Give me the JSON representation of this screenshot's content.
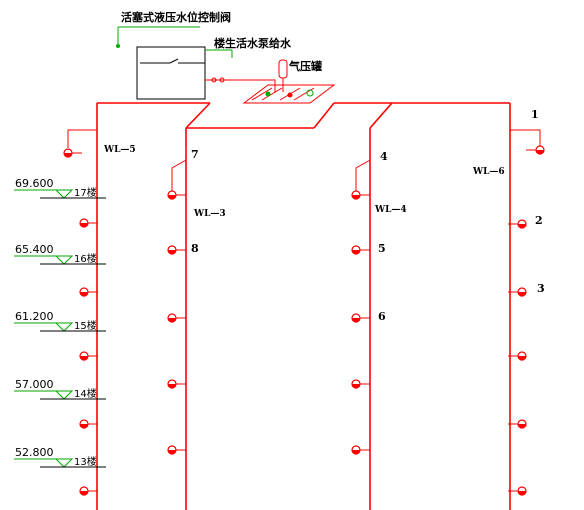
{
  "labels": {
    "top_valve": "活塞式液压水位控制阀",
    "supply": "楼生活水泵给水",
    "tank": "气压罐",
    "num1": "1",
    "num2": "2",
    "num3": "3",
    "num4": "4",
    "num5": "5",
    "num6": "6",
    "num7": "7",
    "num8": "8",
    "wl5": "WL—5",
    "wl6": "WL—6",
    "wl3": "WL—3",
    "wl4": "WL—4"
  },
  "levels": [
    {
      "elev": "69.600",
      "floor": "17楼"
    },
    {
      "elev": "65.400",
      "floor": "16楼"
    },
    {
      "elev": "61.200",
      "floor": "15楼"
    },
    {
      "elev": "57.000",
      "floor": "14楼"
    },
    {
      "elev": "52.800",
      "floor": "13楼"
    }
  ],
  "colors": {
    "pipe": "#ff0000",
    "level": "#00aa00",
    "line": "#000000"
  }
}
